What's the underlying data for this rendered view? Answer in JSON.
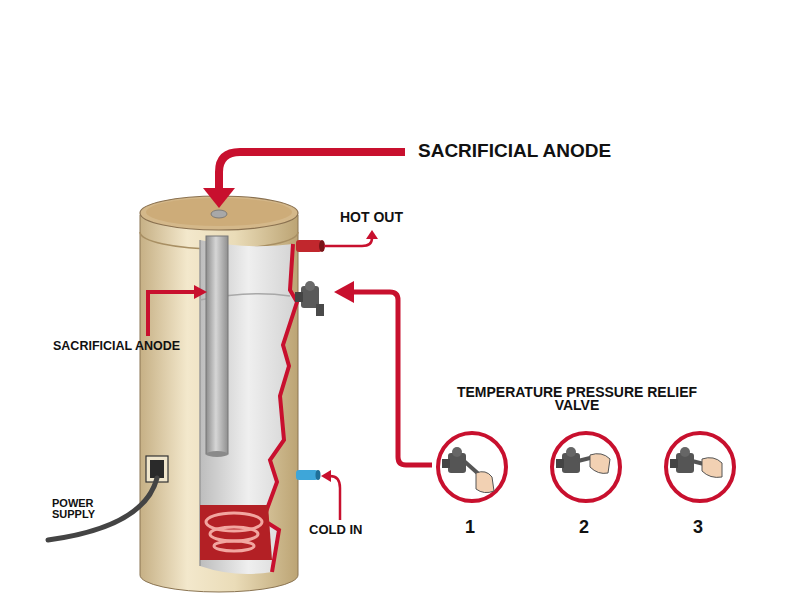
{
  "diagram": {
    "labels": [
      "SACRIFICIAL ANODE",
      "HOT OUT",
      "SACRIFICIAL ANODE",
      "TEMPERATURE PRESSURE RELIEF VALVE",
      "POWER SUPPLY",
      "COLD IN",
      "1",
      "2",
      "3"
    ]
  }
}
